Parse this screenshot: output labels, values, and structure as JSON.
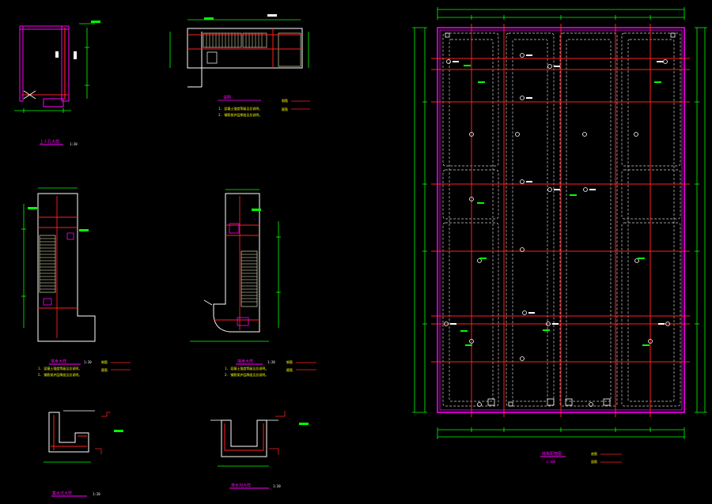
{
  "colors": {
    "background": "#000000",
    "outline": "#ff00ff",
    "grid": "#ff2020",
    "dim": "#00ff00",
    "text": "#ffffff",
    "annot": "#ffff00",
    "hatch": "#ffffcc",
    "dashed": "#cfcfcf"
  },
  "details": {
    "d1": {
      "caption": "上人孔大样",
      "scale": "1:20"
    },
    "d2": {
      "legend_title": "说明",
      "notes": [
        "1. 混凝土强度等级见总说明。",
        "2. 钢筋保护层厚度见总说明。"
      ],
      "legend_items": [
        "钢筋",
        "箍筋"
      ]
    },
    "d3": {
      "caption": "墙身大样",
      "scale": "1:20",
      "notes": [
        "1. 混凝土强度等级见总说明。",
        "2. 钢筋保护层厚度见总说明。"
      ],
      "legend_items": [
        "钢筋",
        "箍筋"
      ]
    },
    "d4": {
      "caption": "墙身大样",
      "scale": "1:20",
      "notes": [
        "1. 混凝土强度等级见总说明。",
        "2. 钢筋保护层厚度见总说明。"
      ],
      "legend_items": [
        "钢筋",
        "箍筋"
      ]
    },
    "d5": {
      "caption": "集水坑大样",
      "scale": "1:20"
    },
    "d6": {
      "caption": "排水沟大样",
      "scale": "1:20"
    }
  },
  "plan": {
    "caption": "底板配筋图",
    "sub_caption": "1:100",
    "legend_items": [
      "底筋",
      "面筋"
    ]
  }
}
